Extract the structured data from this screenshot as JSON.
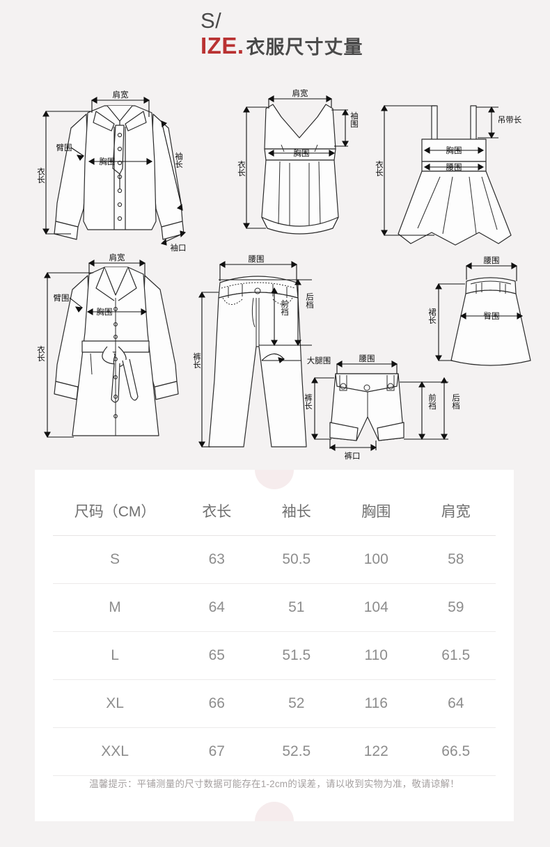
{
  "header": {
    "line1": "S/",
    "brand": "IZE.",
    "subtitle": "衣服尺寸丈量",
    "accent_color": "#b93232",
    "text_color": "#4a4a4a"
  },
  "diagrams": [
    {
      "id": "blouse",
      "name": "long-sleeve-blouse-diagram",
      "labels": {
        "shoulder": "肩宽",
        "arm": "臂围",
        "bust": "胸围",
        "length": "衣长",
        "sleeve": "袖长",
        "cuff": "袖口"
      }
    },
    {
      "id": "camisole",
      "name": "v-neck-camisole-diagram",
      "labels": {
        "shoulder": "肩宽",
        "armhole": "袖围",
        "bust": "胸围",
        "length": "衣长"
      }
    },
    {
      "id": "dress",
      "name": "strap-dress-diagram",
      "labels": {
        "strap": "吊带长",
        "bust": "胸围",
        "waist": "腰围",
        "length": "衣长"
      }
    },
    {
      "id": "coat",
      "name": "belted-trench-coat-diagram",
      "labels": {
        "shoulder": "肩宽",
        "arm": "臂围",
        "bust": "胸围",
        "length": "衣长"
      }
    },
    {
      "id": "trousers",
      "name": "long-trousers-diagram",
      "labels": {
        "waist": "腰围",
        "front_rise": "前裆",
        "back_rise": "后档",
        "thigh": "大腿围",
        "length": "裤长"
      }
    },
    {
      "id": "shorts",
      "name": "shorts-diagram",
      "labels": {
        "waist": "腰围",
        "length": "裤长",
        "front_rise": "前裆",
        "back_rise": "后档",
        "hem": "裤口"
      }
    },
    {
      "id": "skirt",
      "name": "a-line-skirt-diagram",
      "labels": {
        "waist": "腰围",
        "hip": "臀围",
        "length": "裙长"
      }
    }
  ],
  "size_table": {
    "headers": [
      "尺码（CM）",
      "衣长",
      "袖长",
      "胸围",
      "肩宽"
    ],
    "rows": [
      {
        "size": "S",
        "values": [
          "63",
          "50.5",
          "100",
          "58"
        ]
      },
      {
        "size": "M",
        "values": [
          "64",
          "51",
          "104",
          "59"
        ]
      },
      {
        "size": "L",
        "values": [
          "65",
          "51.5",
          "110",
          "61.5"
        ]
      },
      {
        "size": "XL",
        "values": [
          "66",
          "52",
          "116",
          "64"
        ]
      },
      {
        "size": "XXL",
        "values": [
          "67",
          "52.5",
          "122",
          "66.5"
        ]
      }
    ]
  },
  "note": "温馨提示：平铺测量的尺寸数据可能存在1-2cm的误差，请以收到实物为准，敬请谅解！"
}
